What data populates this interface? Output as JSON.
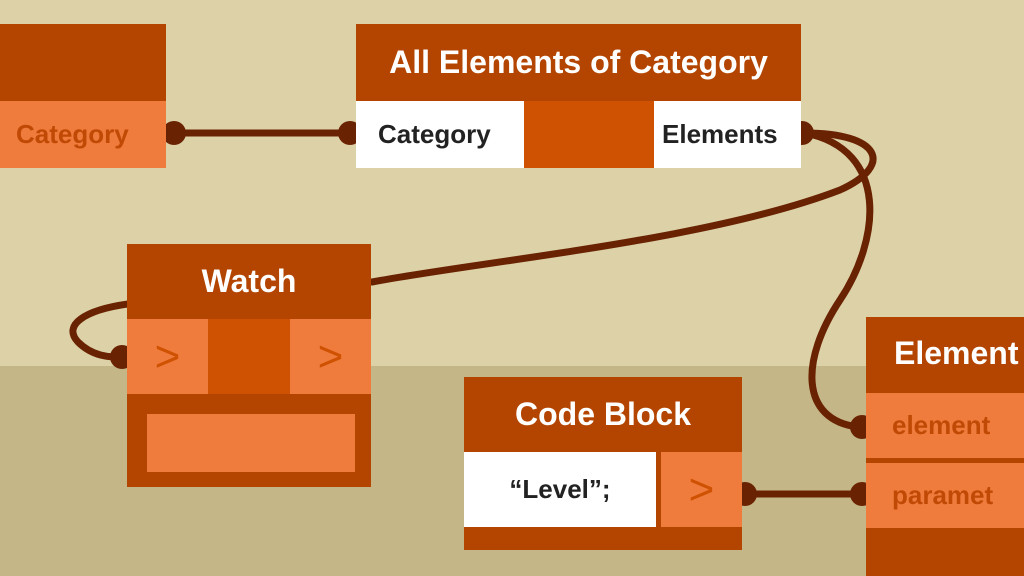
{
  "canvas": {
    "colors": {
      "background_top": "#ddd1a8",
      "background_bottom": "#c5b687",
      "node_header": "#b34500",
      "node_body": "#cf5203",
      "port_light": "#ef7c3c",
      "port_text": "#c04a05",
      "wire": "#6a2302"
    }
  },
  "nodes": {
    "left_partial": {
      "output_label": "Category"
    },
    "all_elements": {
      "title": "All Elements of Category",
      "input_label": "Category",
      "output_label": "Elements"
    },
    "watch": {
      "title": "Watch",
      "input_glyph": ">",
      "output_glyph": ">"
    },
    "code_block": {
      "title": "Code Block",
      "code": "“Level”;",
      "output_glyph": ">"
    },
    "element_partial": {
      "title": "Element",
      "input1_label": "element",
      "input2_label": "paramet"
    }
  }
}
